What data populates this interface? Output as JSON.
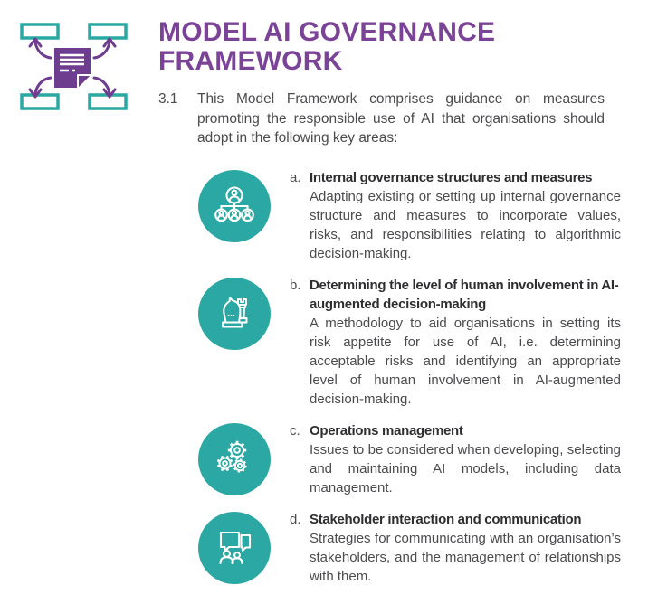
{
  "header": {
    "title": "MODEL AI GOVERNANCE FRAMEWORK",
    "logo_icon": "document-distribution-diagram-icon"
  },
  "section": {
    "number": "3.1",
    "text": "This Model Framework comprises guidance on measures promoting the responsible use of AI that organisations should adopt in the following key areas:"
  },
  "items": [
    {
      "marker": "a.",
      "icon": "org-chart-icon",
      "title": "Internal governance structures and measures",
      "body": "Adapting existing or setting up internal governance structure and measures to incorporate values, risks, and responsibilities relating to algorithmic decision-making."
    },
    {
      "marker": "b.",
      "icon": "chess-pieces-icon",
      "title": "Determining the level of human involvement in AI-augmented decision-making",
      "body": "A methodology to aid organisations in setting its risk appetite for use of AI, i.e. determining acceptable risks and identifying an appropriate level of human involvement in AI-augmented decision-making."
    },
    {
      "marker": "c.",
      "icon": "gears-icon",
      "title": "Operations management",
      "body": "Issues to be considered when developing, selecting and maintaining AI models, including data management."
    },
    {
      "marker": "d.",
      "icon": "speech-bubbles-icon",
      "title": "Stakeholder interaction and communication",
      "body": "Strategies for communicating with an organisation’s stakeholders, and the management of relationships with them."
    }
  ],
  "colors": {
    "teal": "#2BA8A4",
    "heading_purple": "#7B4397",
    "logo_purple": "#6F3D8F",
    "title_text": "#2E2E30",
    "body_text": "#4B4B4E"
  }
}
